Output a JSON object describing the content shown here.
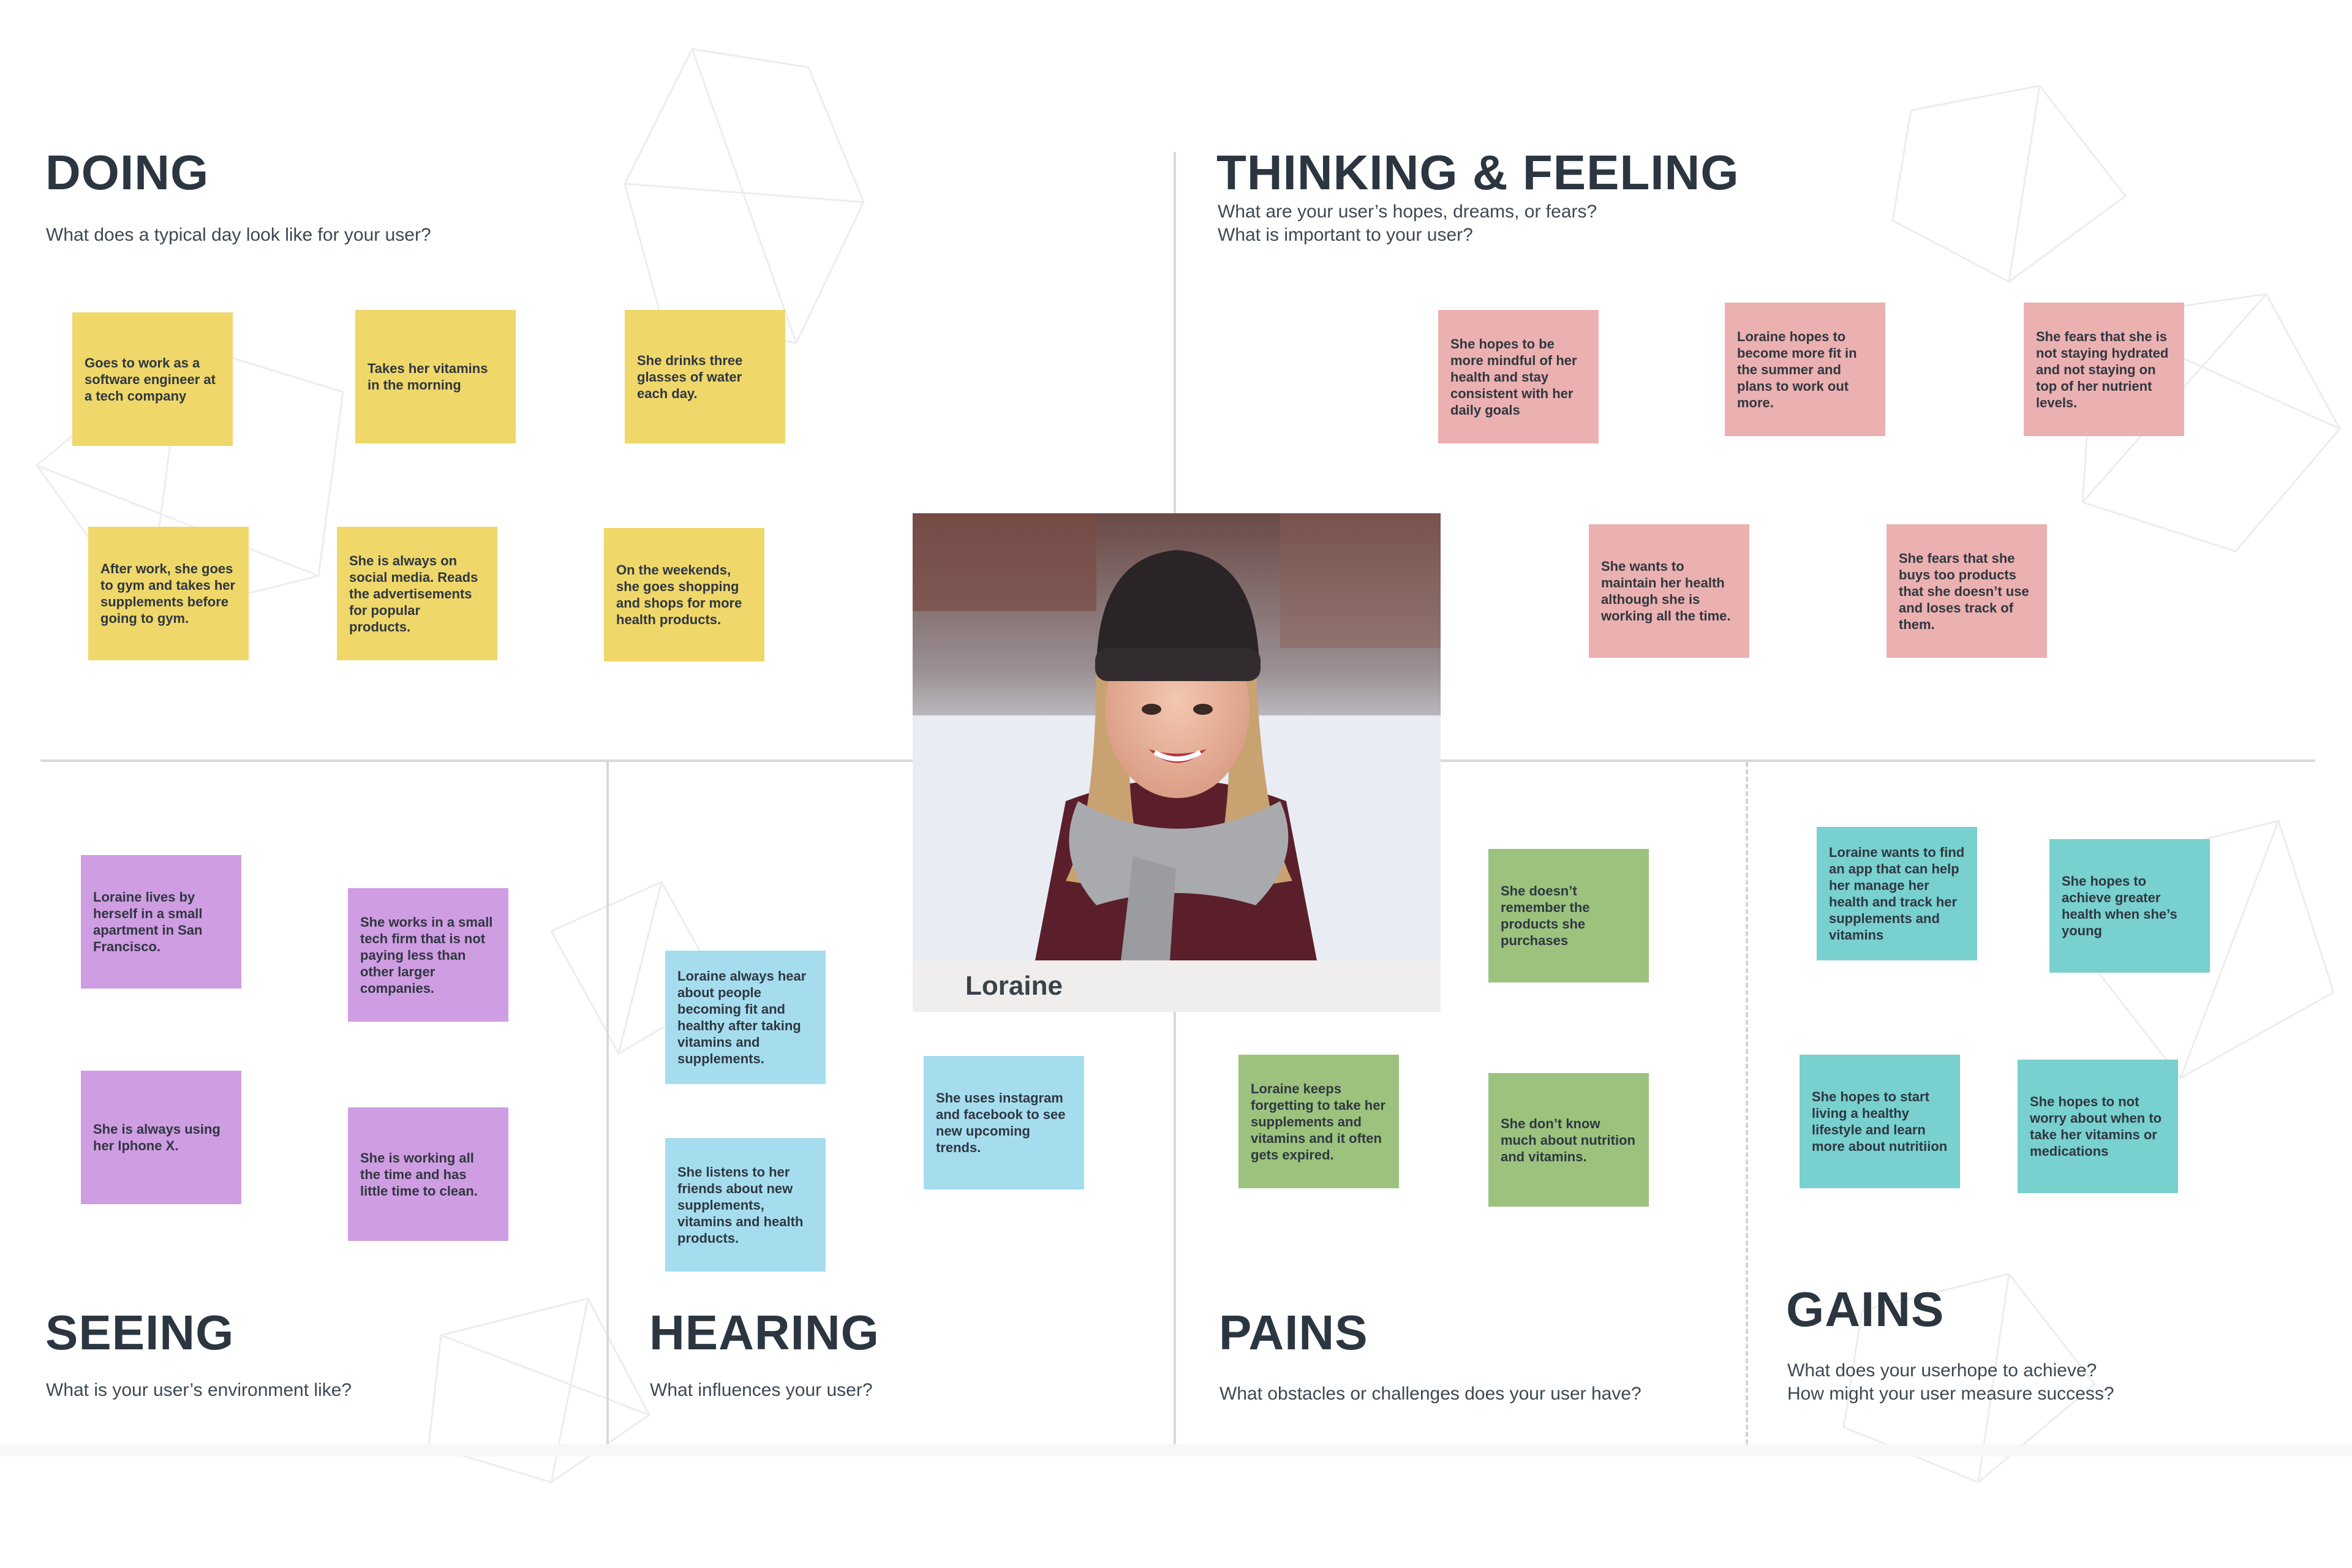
{
  "persona": {
    "name": "Loraine"
  },
  "quadrants": {
    "doing": {
      "title": "DOING",
      "question": "What does a typical day look like for your user?",
      "notes": [
        "Goes to work as a software engineer at a tech company",
        "Takes her vitamins in the morning",
        "She drinks three glasses of water each day.",
        "After work, she goes to gym and takes her supplements before going to gym.",
        "She is always on social media. Reads the advertisements for popular products.",
        "On the weekends, she goes shopping and shops for more health products."
      ]
    },
    "thinking_feeling": {
      "title": "THINKING & FEELING",
      "question_line1": "What are your user’s hopes, dreams, or fears?",
      "question_line2": "What is important to your user?",
      "notes": [
        "She hopes to be more mindful of her health and stay consistent with her daily goals",
        "Loraine hopes to become  more fit in the summer and plans to work out more.",
        "She fears that she is not staying hydrated and not staying on top of her nutrient levels.",
        "She wants to maintain her health although she is working all the time.",
        "She fears that she buys too products that she doesn’t use and loses track of them."
      ]
    },
    "seeing": {
      "title": "SEEING",
      "question": "What is your user’s environment like?",
      "notes": [
        "Loraine lives by herself  in a small apartment  in San Francisco.",
        "She works in a small tech firm that is not paying less than other larger companies.",
        "She is always using her Iphone X.",
        "She is working all the time and has little time to clean."
      ]
    },
    "hearing": {
      "title": "HEARING",
      "question": "What influences your user?",
      "notes": [
        "Loraine always hear about people becoming fit and healthy after taking vitamins and supplements.",
        "She listens to her friends about new supplements, vitamins and health products.",
        "She uses instagram and facebook to see new upcoming trends."
      ]
    },
    "pains": {
      "title": "PAINS",
      "question": "What obstacles or challenges does your user have?",
      "notes": [
        "She doesn’t remember the products she purchases",
        "Loraine keeps forgetting to take her supplements and vitamins and it often gets expired.",
        "She don’t know much about nutrition and vitamins."
      ]
    },
    "gains": {
      "title": "GAINS",
      "question_line1": "What does your userhope to achieve?",
      "question_line2": "How might your user measure success?",
      "notes": [
        "Loraine wants to find an app that can help her manage her health and track her supplements and vitamins",
        "She hopes to achieve greater health when she’s young",
        "She hopes to start living a healthy lifestyle and learn more about nutritiion",
        "She hopes to not worry about when to take her vitamins or medications"
      ]
    }
  },
  "colors": {
    "doing": "#efd76a",
    "thinking_feeling": "#ebb0b0",
    "seeing": "#cf9de2",
    "hearing": "#a5ddef",
    "pains": "#9cc27e",
    "gains": "#78d0cf",
    "heading": "#2b3640"
  }
}
